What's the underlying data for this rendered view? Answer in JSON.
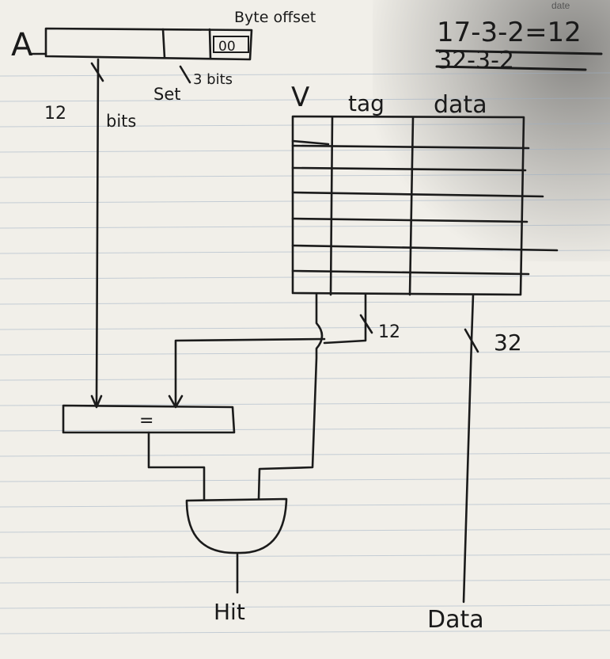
{
  "page": {
    "date_label": "date"
  },
  "address": {
    "letter": "A",
    "offset_bits": "00",
    "byte_offset_label": "Byte offset",
    "set_bits_label": "3 bits",
    "set_label": "Set",
    "tag_width": "12",
    "tag_width_unit": "bits"
  },
  "cache": {
    "col_v": "V",
    "col_tag": "tag",
    "col_data": "data"
  },
  "buses": {
    "tag_bus_width": "12",
    "data_bus_width": "32"
  },
  "comparator": {
    "symbol": "="
  },
  "outputs": {
    "hit": "Hit",
    "data": "Data"
  },
  "scratch": {
    "line1": "17-3-2=12",
    "line2": "32-3-2"
  }
}
